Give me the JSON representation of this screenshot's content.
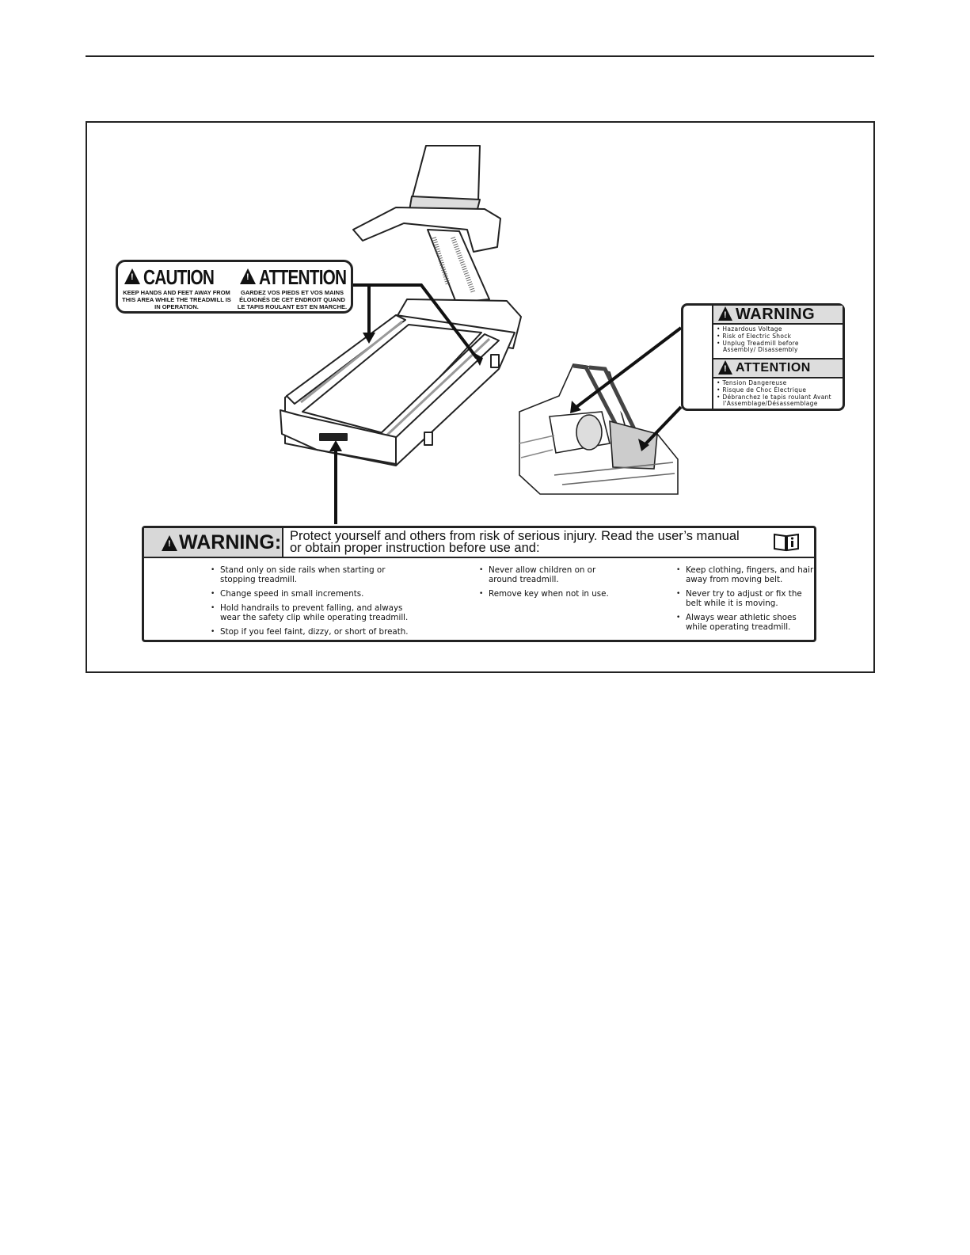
{
  "caution_label": {
    "heading_en": "CAUTION",
    "heading_fr": "ATTENTION",
    "text_en": "KEEP HANDS AND FEET AWAY FROM THIS AREA WHILE THE TREADMILL IS IN OPERATION.",
    "text_fr": "GARDEZ VOS PIEDS ET VOS MAINS ÉLOIGNÉS DE CET ENDROIT QUAND LE TAPIS ROULANT EST EN MARCHE."
  },
  "voltage_label": {
    "heading_en": "WARNING",
    "items_en": [
      "• Hazardous Voltage",
      "• Risk of Electric Shock",
      "• Unplug Treadmill before",
      "   Assembly/ Disassembly"
    ],
    "heading_fr": "ATTENTION",
    "items_fr": [
      "• Tension Dangereuse",
      "• Risque de Choc Électrique",
      "• Débranchez le tapis roulant Avant",
      "   l'Assemblage/Désassemblage"
    ]
  },
  "main_warning": {
    "heading": "WARNING:",
    "lead_line1": "Protect yourself and others from risk of serious injury.  Read the user’s manual",
    "lead_line2": "or obtain proper instruction before use and:",
    "column1": [
      "Stand only on side rails when starting or stopping treadmill.",
      "Change speed in small increments.",
      "Hold handrails to prevent falling, and always wear the safety clip while operating treadmill.",
      "Stop if you feel faint, dizzy, or short of breath."
    ],
    "column2": [
      "Never allow children on or around treadmill.",
      "Remove key when not in use."
    ],
    "column3": [
      "Keep clothing, fingers, and hair away from moving belt.",
      "Never try to adjust or fix the belt while it is moving.",
      "Always wear athletic shoes while operating treadmill."
    ]
  },
  "icons": [
    "warning-triangle-icon",
    "lightning-bolt-icon",
    "manual-info-icon",
    "falling-person-icon",
    "no-children-icon",
    "no-hand-on-belt-icon"
  ]
}
